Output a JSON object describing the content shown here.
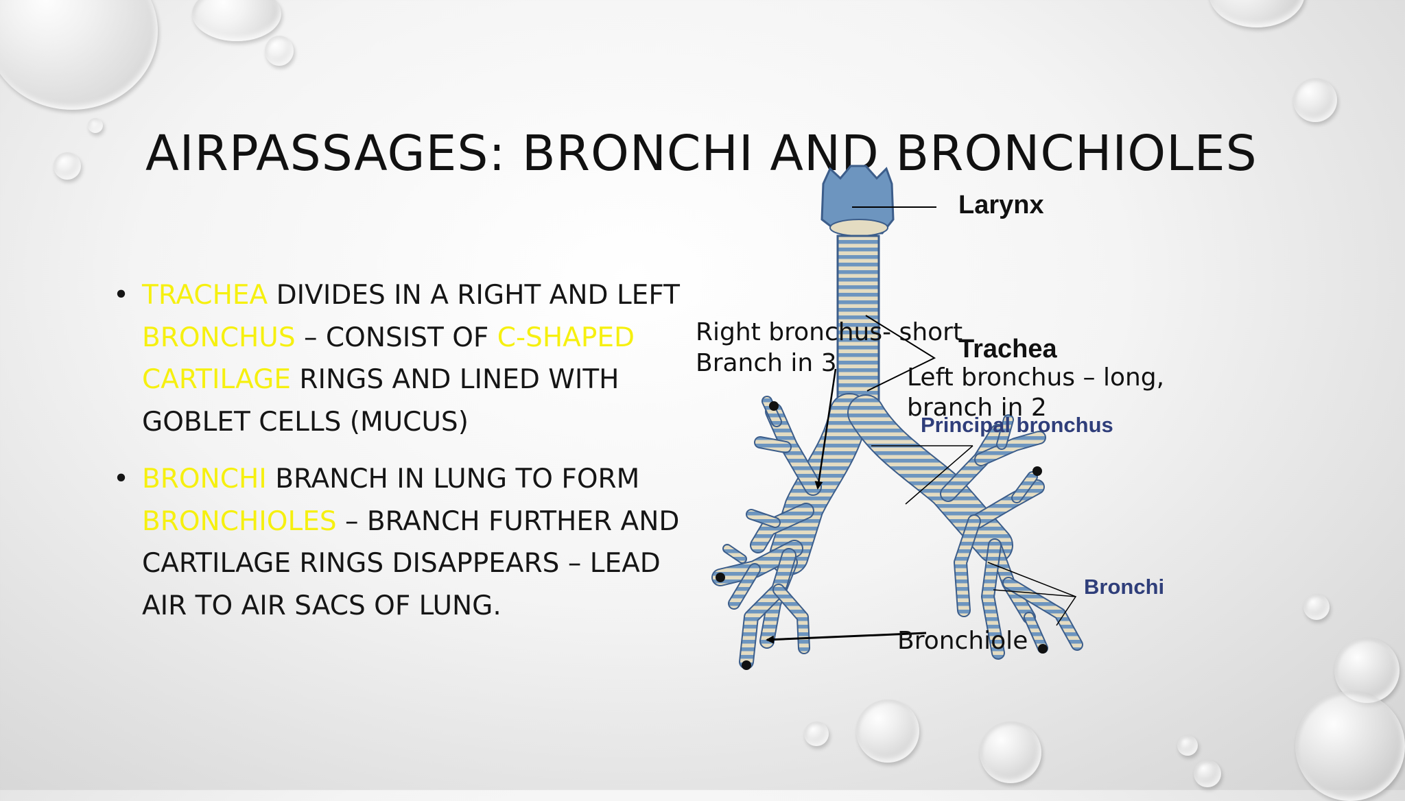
{
  "slide": {
    "title": "AIRPASSAGES: BRONCHI AND BRONCHIOLES",
    "accent_color": "#f6f00f",
    "bullets": [
      {
        "bullet_glyph": "•",
        "segments": [
          {
            "text": "Trachea",
            "highlight": true
          },
          {
            "text": " divides in a right and left ",
            "highlight": false
          },
          {
            "text": "bronchus",
            "highlight": true
          },
          {
            "text": " – consist of ",
            "highlight": false
          },
          {
            "text": "C-shaped cartilage",
            "highlight": true
          },
          {
            "text": " rings and lined with goblet cells (mucus)",
            "highlight": false
          }
        ]
      },
      {
        "bullet_glyph": "•",
        "segments": [
          {
            "text": "Bronchi",
            "highlight": true
          },
          {
            "text": " branch in lung to form ",
            "highlight": false
          },
          {
            "text": "bronchioles",
            "highlight": true
          },
          {
            "text": " – branch further and cartilage rings disappears – lead air to air sacs of lung.",
            "highlight": false
          }
        ]
      }
    ]
  },
  "diagram": {
    "labels": {
      "larynx": "Larynx",
      "trachea": "Trachea",
      "principal_bronchus": "Principal bronchus",
      "bronchi": "Bronchi",
      "right_bronchus_line1": "Right bronchus- short",
      "right_bronchus_line2": "Branch in 3",
      "left_bronchus_line1": "Left bronchus – long,",
      "left_bronchus_line2": "branch in 2",
      "bronchiole": "Bronchiole"
    },
    "airway_colors": {
      "cartilage": "#e4dcc2",
      "tissue": "#6d95bf",
      "tissue_dark": "#3c5d8a"
    }
  }
}
